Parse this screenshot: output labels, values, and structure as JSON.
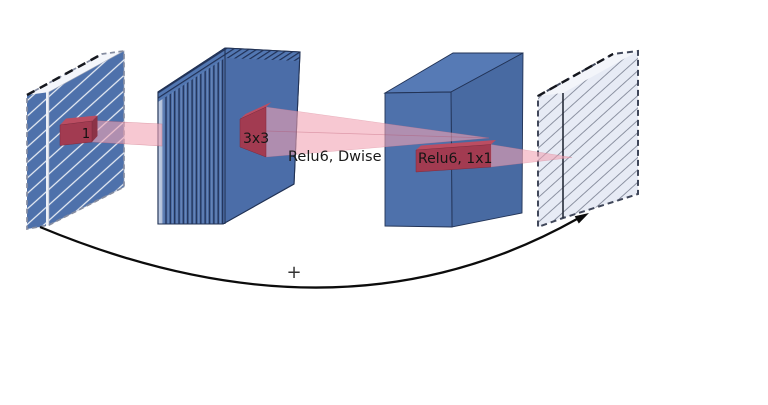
{
  "diagram": {
    "labels": {
      "expand_conv": "1",
      "dwise_kernel": "3x3",
      "dwise_activation": "Relu6, Dwise",
      "project_activation": "Relu6, 1x1",
      "residual_add": "+"
    },
    "colors": {
      "block_blue": "#4e71ab",
      "block_blue_top": "#567ab5",
      "block_blue_side": "#486aa2",
      "block_blue_inner": "#4b6da8",
      "stripe_navy": "#203055",
      "edge_navy": "#223356",
      "conv_red": "#a23b51",
      "conv_red_top": "#bb4d62",
      "conv_red_side": "#8c3347",
      "beam_pink": "rgba(242,164,180,0.60)",
      "hatched_light": "#e7ebf5",
      "hatched_light_top": "#f3f5fa",
      "arrow_black": "#0c0c0c",
      "background": "#ffffff"
    }
  }
}
